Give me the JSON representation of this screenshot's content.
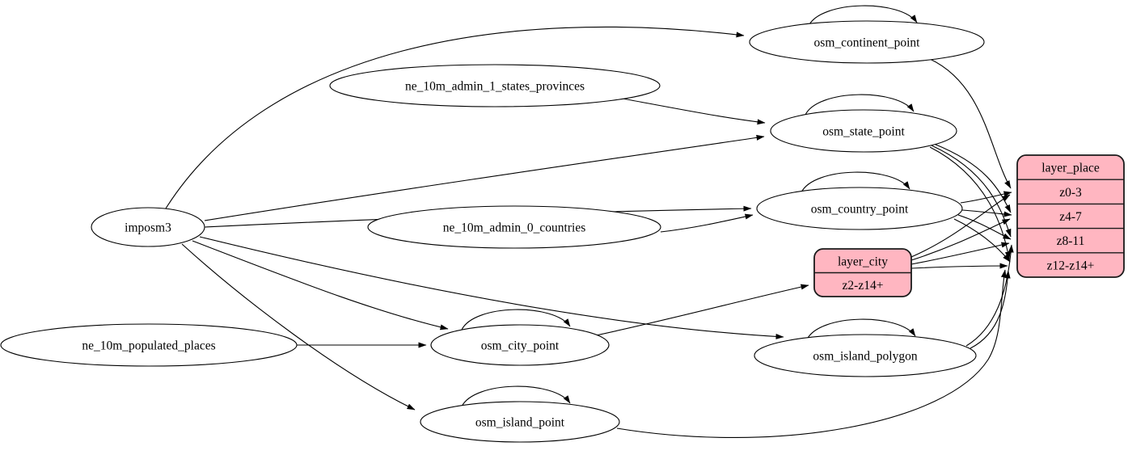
{
  "diagram": {
    "kind": "etl-graph",
    "background": "#ffffff",
    "line_color": "#000000",
    "ellipse_fill": "#ffffff",
    "record_fill": "#ffb6c1",
    "record_stroke": "#1a1a1a"
  },
  "nodes": [
    {
      "id": "imposm3",
      "label": "imposm3",
      "kind": "ellipse",
      "self_loop": false
    },
    {
      "id": "ne_10m_admin_1_states_provinces",
      "label": "ne_10m_admin_1_states_provinces",
      "kind": "ellipse",
      "self_loop": false
    },
    {
      "id": "ne_10m_admin_0_countries",
      "label": "ne_10m_admin_0_countries",
      "kind": "ellipse",
      "self_loop": false
    },
    {
      "id": "ne_10m_populated_places",
      "label": "ne_10m_populated_places",
      "kind": "ellipse",
      "self_loop": false
    },
    {
      "id": "osm_continent_point",
      "label": "osm_continent_point",
      "kind": "ellipse",
      "self_loop": true
    },
    {
      "id": "osm_state_point",
      "label": "osm_state_point",
      "kind": "ellipse",
      "self_loop": true
    },
    {
      "id": "osm_country_point",
      "label": "osm_country_point",
      "kind": "ellipse",
      "self_loop": true
    },
    {
      "id": "osm_city_point",
      "label": "osm_city_point",
      "kind": "ellipse",
      "self_loop": true
    },
    {
      "id": "osm_island_polygon",
      "label": "osm_island_polygon",
      "kind": "ellipse",
      "self_loop": true
    },
    {
      "id": "osm_island_point",
      "label": "osm_island_point",
      "kind": "ellipse",
      "self_loop": true
    },
    {
      "id": "layer_city",
      "label": "layer_city",
      "kind": "record",
      "rows": [
        "z2-z14+"
      ]
    },
    {
      "id": "layer_place",
      "label": "layer_place",
      "kind": "record",
      "rows": [
        "z0-3",
        "z4-7",
        "z8-11",
        "z12-z14+"
      ]
    }
  ],
  "edges": [
    {
      "from": "imposm3",
      "to": "osm_continent_point"
    },
    {
      "from": "imposm3",
      "to": "osm_state_point"
    },
    {
      "from": "imposm3",
      "to": "osm_country_point"
    },
    {
      "from": "imposm3",
      "to": "osm_city_point"
    },
    {
      "from": "imposm3",
      "to": "osm_island_polygon"
    },
    {
      "from": "imposm3",
      "to": "osm_island_point"
    },
    {
      "from": "ne_10m_admin_1_states_provinces",
      "to": "osm_state_point"
    },
    {
      "from": "ne_10m_admin_0_countries",
      "to": "osm_country_point"
    },
    {
      "from": "ne_10m_populated_places",
      "to": "osm_city_point"
    },
    {
      "from": "osm_city_point",
      "to": "layer_city",
      "to_row": "z2-z14+"
    },
    {
      "from": "osm_continent_point",
      "to": "layer_place",
      "to_row": "z0-3"
    },
    {
      "from": "osm_country_point",
      "to": "layer_place",
      "to_row": "z0-3"
    },
    {
      "from": "osm_country_point",
      "to": "layer_place",
      "to_row": "z4-7"
    },
    {
      "from": "osm_country_point",
      "to": "layer_place",
      "to_row": "z8-11"
    },
    {
      "from": "osm_country_point",
      "to": "layer_place",
      "to_row": "z12-z14+"
    },
    {
      "from": "osm_state_point",
      "to": "layer_place",
      "to_row": "z4-7"
    },
    {
      "from": "osm_state_point",
      "to": "layer_place",
      "to_row": "z8-11"
    },
    {
      "from": "osm_state_point",
      "to": "layer_place",
      "to_row": "z12-z14+"
    },
    {
      "from": "layer_city",
      "to": "layer_place",
      "to_row": "z0-3"
    },
    {
      "from": "layer_city",
      "to": "layer_place",
      "to_row": "z4-7"
    },
    {
      "from": "layer_city",
      "to": "layer_place",
      "to_row": "z8-11"
    },
    {
      "from": "layer_city",
      "to": "layer_place",
      "to_row": "z12-z14+"
    },
    {
      "from": "osm_island_polygon",
      "to": "layer_place",
      "to_row": "z8-11"
    },
    {
      "from": "osm_island_polygon",
      "to": "layer_place",
      "to_row": "z12-z14+"
    },
    {
      "from": "osm_island_point",
      "to": "layer_place",
      "to_row": "z12-z14+"
    }
  ]
}
